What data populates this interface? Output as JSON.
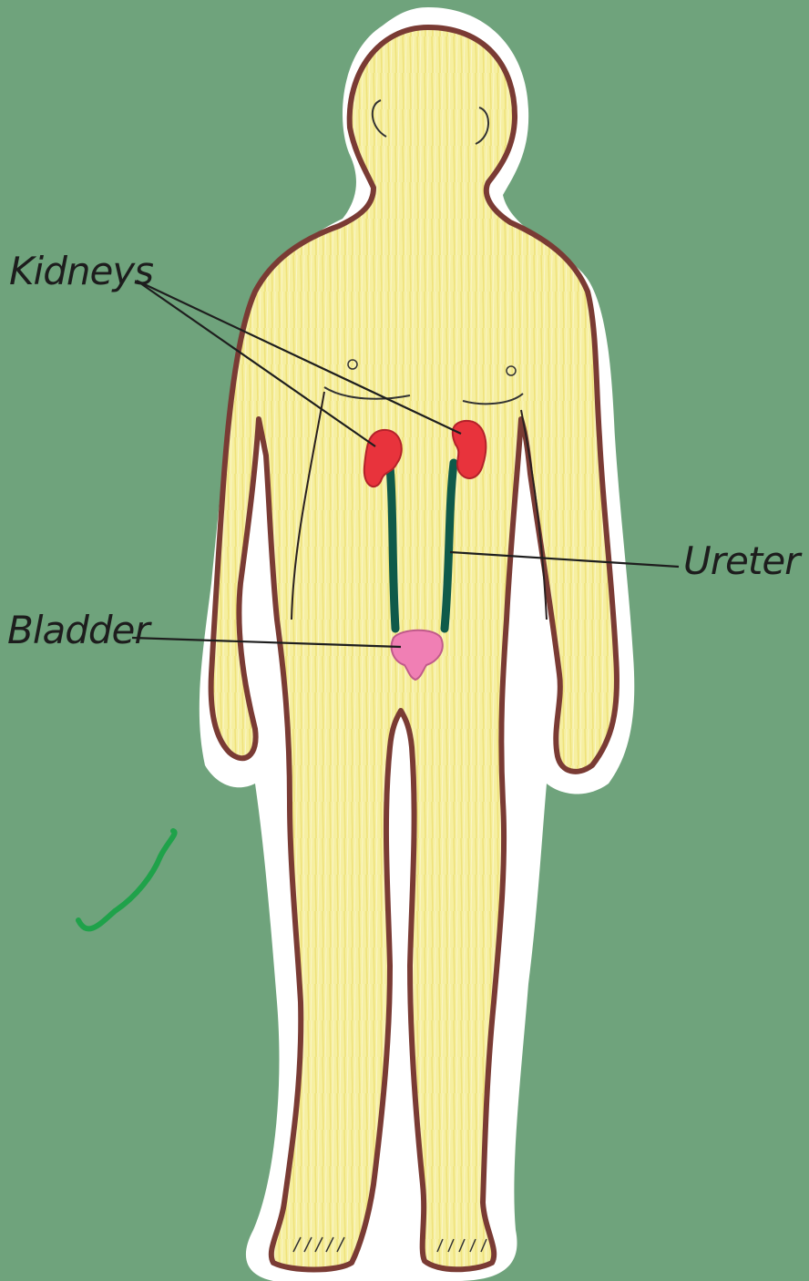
{
  "colors": {
    "background": "#6fa37c",
    "paper": "#ffffff",
    "skin": "#f6efa0",
    "outline": "#7a3b34",
    "kidney": "#e8333c",
    "ureter": "#0f5a4a",
    "bladder": "#f07fb4",
    "scribble": "#1fa24a"
  },
  "labels": {
    "kidneys": "Kidneys",
    "ureter": "Ureter",
    "bladder": "Bladder"
  }
}
